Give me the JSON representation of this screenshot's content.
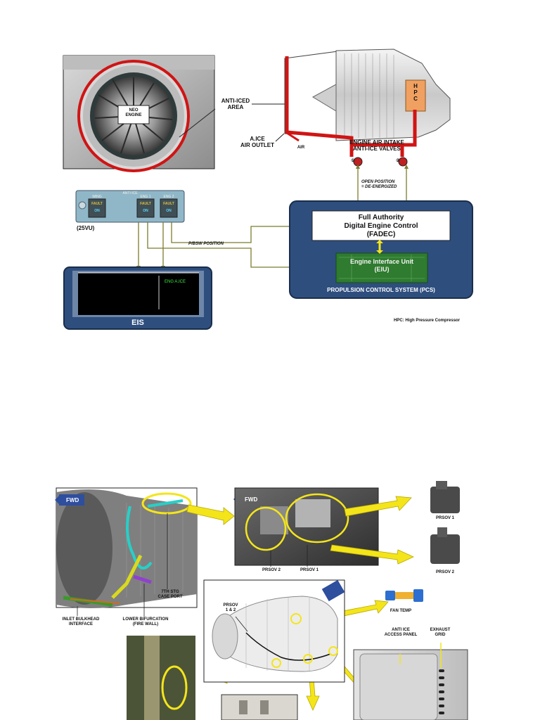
{
  "colors": {
    "duct_red": "#d01414",
    "pcs_blue": "#2e4e7e",
    "wire_olive": "#7c7c2c",
    "eiu_green": "#2f7b2f",
    "callout_yellow": "#f4e51a",
    "hpc_orange": "#f0a060",
    "eng_aice_green": "#3cf03c"
  },
  "top_diagram": {
    "neo_engine_label": [
      "NEO",
      "ENGINE"
    ],
    "anti_iced_area": [
      "ANTI-ICED",
      "AREA"
    ],
    "aice_air_outlet": [
      "A.ICE",
      "AIR OUTLET"
    ],
    "air": "AIR",
    "engine_air_intake": [
      "ENGINE AIR INTAKE",
      "ANTI-ICE VALVES"
    ],
    "hpc": [
      "H",
      "P",
      "C"
    ],
    "valve_marks": [
      "①",
      "②"
    ],
    "open_position": [
      "OPEN POSITION",
      "= DE-ENERGIZED"
    ],
    "overhead_panel": {
      "title": "ANTI ICE",
      "buttons": [
        {
          "name": "WING",
          "state": "FAULT",
          "sub": "ON"
        },
        {
          "name": "ENG 1",
          "state": "FAULT",
          "sub": "ON"
        },
        {
          "name": "ENG 2",
          "state": "FAULT",
          "sub": "ON"
        }
      ],
      "panel_id": "(25VU)"
    },
    "pbsw_position": "P/BSW POSITION",
    "fadec": [
      "Full Authority",
      "Digital Engine Control",
      "(FADEC)"
    ],
    "eiu": [
      "Engine Interface Unit",
      "(EIU)"
    ],
    "pcs": "PROPULSION CONTROL SYSTEM (PCS)",
    "eis_message": "ENG A.ICE",
    "eis": "EIS",
    "hpc_note": "HPC: High Pressure Compressor"
  },
  "bottom_diagram": {
    "fwd": "FWD",
    "prsov_2_label": "PRSOV 2",
    "prsov_1_label": "PRSOV 1",
    "prsov_1": "PRSOV 1",
    "prsov_2": "PRSOV 2",
    "stg_case_port": [
      "7TH STG",
      "CASE PORT"
    ],
    "inlet_bulkhead": [
      "INLET BULKHEAD",
      "INTERFACE"
    ],
    "lower_bifurcation": [
      "LOWER BIFURCATION",
      "(FIRE WALL)"
    ],
    "prsov_1_2": [
      "PRSOV",
      "1 & 2"
    ],
    "fan_temp": "FAN TEMP",
    "anti_ice_access_panel": [
      "ANTI ICE",
      "ACCESS PANEL"
    ],
    "exhaust_grid": [
      "EXHAUST",
      "GRID"
    ]
  }
}
